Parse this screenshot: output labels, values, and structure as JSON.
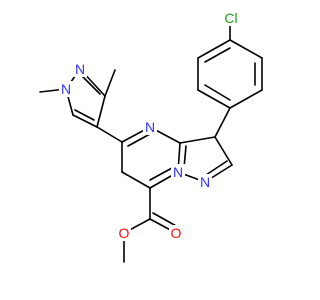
{
  "molecule": {
    "colors": {
      "bond": "#000000",
      "N": "#3333ff",
      "O": "#ff0d0d",
      "Cl": "#1fa01f",
      "C": "#000000"
    },
    "atom_labels": [
      {
        "id": "cl",
        "element": "Cl",
        "text": "Cl"
      },
      {
        "id": "n4",
        "element": "N",
        "text": "N"
      },
      {
        "id": "n7a",
        "element": "N",
        "text": "N"
      },
      {
        "id": "n1",
        "element": "N",
        "text": "N"
      },
      {
        "id": "pz1-n1",
        "element": "N",
        "text": "N"
      },
      {
        "id": "pz1-n2",
        "element": "N",
        "text": "N"
      },
      {
        "id": "o-carbonyl",
        "element": "O",
        "text": "O"
      },
      {
        "id": "o-ester",
        "element": "O",
        "text": "O"
      }
    ]
  }
}
